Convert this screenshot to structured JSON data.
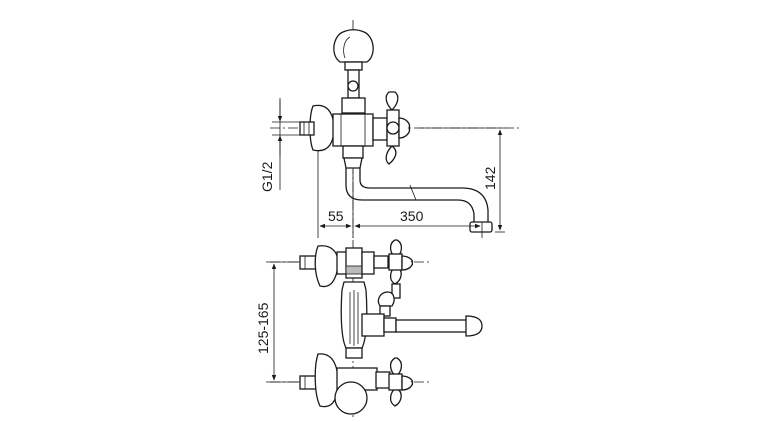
{
  "dimensions": {
    "thread": "G1/2",
    "offset": "55",
    "spout_length": "350",
    "spout_height": "142",
    "center_distance": "125-165"
  }
}
